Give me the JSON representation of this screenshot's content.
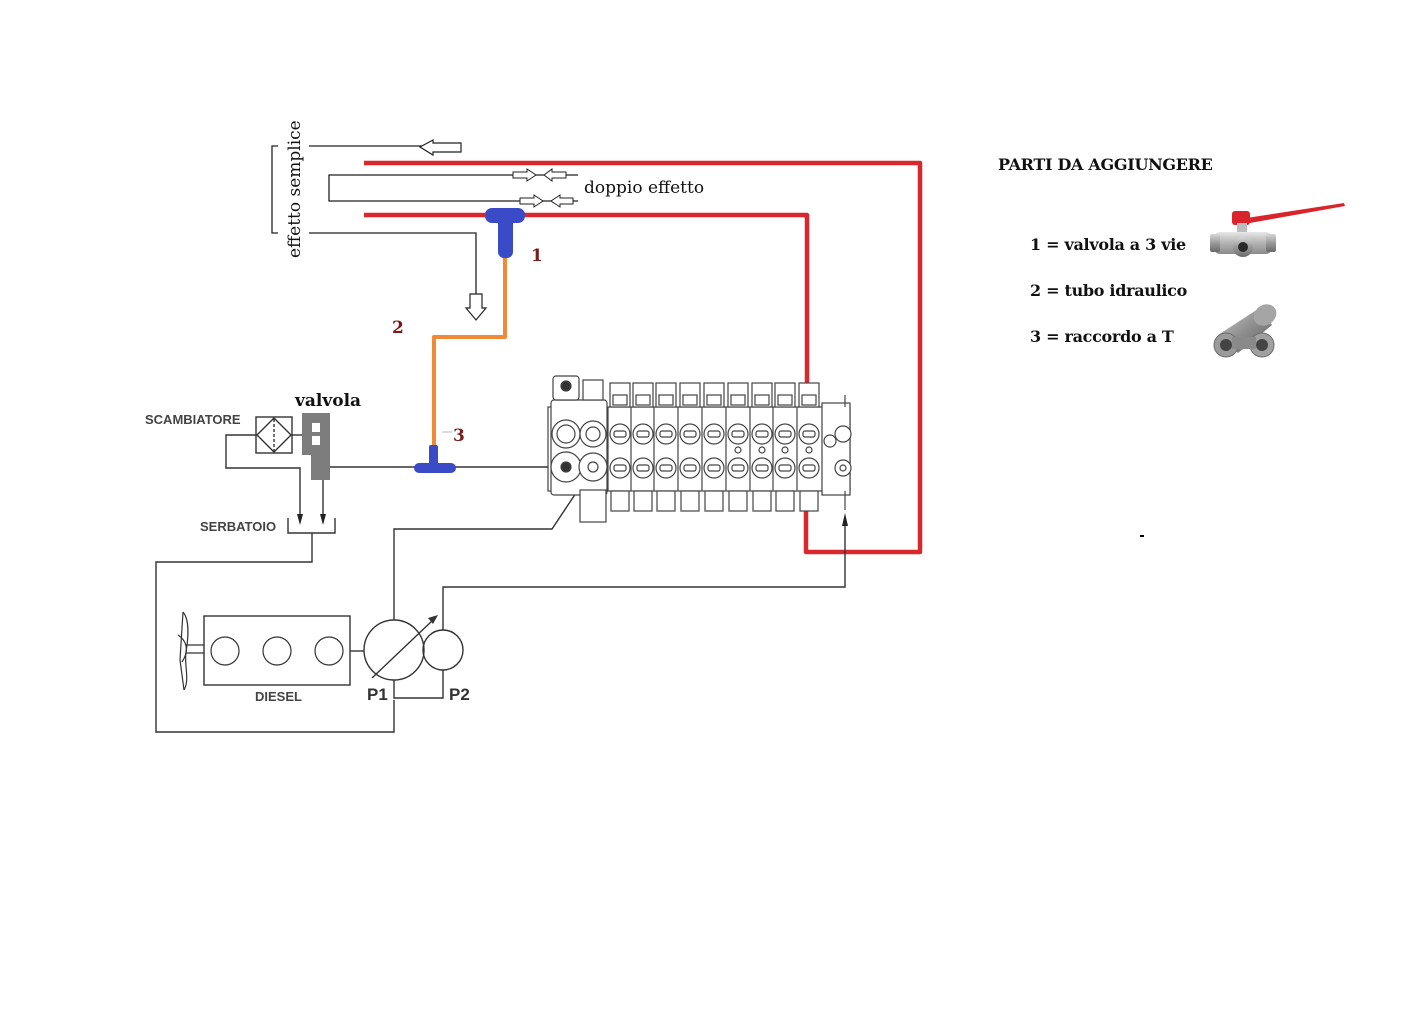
{
  "diagram": {
    "labels": {
      "single_acting": "effetto semplice",
      "double_acting": "doppio effetto",
      "valve": "valvola",
      "heat_exchanger": "SCAMBIATORE",
      "tank": "SERBATOIO",
      "engine": "DIESEL",
      "pump1": "P1",
      "pump2": "P2",
      "marker1": "1",
      "marker2": "2",
      "marker3": "3"
    },
    "colors": {
      "red_line": "#d9272e",
      "orange_pipe": "#f08a36",
      "blue_fitting": "#3b4bc8",
      "marker_text": "#7a1a1a",
      "line": "#333333"
    }
  },
  "legend": {
    "title": "PARTI DA AGGIUNGERE",
    "items": [
      {
        "number": "1",
        "text": "1 = valvola a 3 vie",
        "icon": "three-way-ball-valve-icon"
      },
      {
        "number": "2",
        "text": "2 = tubo idraulico",
        "icon": ""
      },
      {
        "number": "3",
        "text": "3 = raccordo a T",
        "icon": "t-fitting-icon"
      }
    ]
  }
}
